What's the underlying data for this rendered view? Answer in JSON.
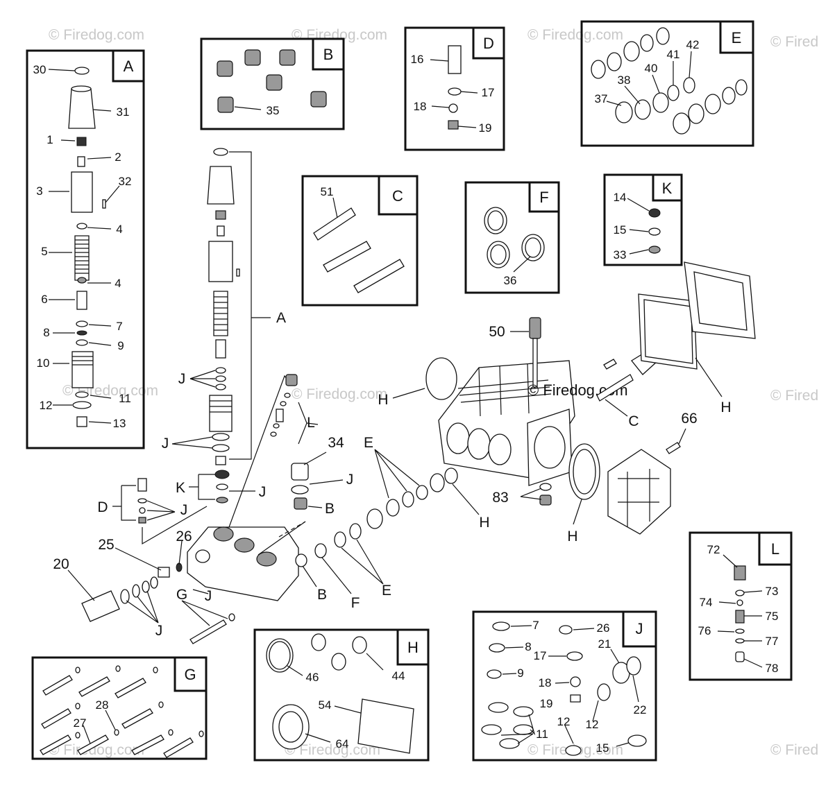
{
  "watermark": "© Firedog.com",
  "brand_label": "© Firedog.com",
  "kits": {
    "A": {
      "tag": "A",
      "labels": [
        "30",
        "31",
        "1",
        "2",
        "3",
        "32",
        "4",
        "5",
        "4",
        "6",
        "7",
        "8",
        "9",
        "10",
        "11",
        "12",
        "13"
      ]
    },
    "B": {
      "tag": "B",
      "labels": [
        "35"
      ]
    },
    "C": {
      "tag": "C",
      "labels": [
        "51"
      ]
    },
    "D": {
      "tag": "D",
      "labels": [
        "16",
        "17",
        "18",
        "19"
      ]
    },
    "E": {
      "tag": "E",
      "labels": [
        "42",
        "41",
        "40",
        "38",
        "37"
      ]
    },
    "F": {
      "tag": "F",
      "labels": [
        "36"
      ]
    },
    "K": {
      "tag": "K",
      "labels": [
        "14",
        "15",
        "33"
      ]
    },
    "L": {
      "tag": "L",
      "labels": [
        "72",
        "73",
        "74",
        "75",
        "76",
        "77",
        "78"
      ]
    },
    "G": {
      "tag": "G",
      "labels": [
        "28",
        "27"
      ]
    },
    "H": {
      "tag": "H",
      "labels": [
        "46",
        "44",
        "54",
        "64"
      ]
    },
    "J": {
      "tag": "J",
      "labels": [
        "7",
        "26",
        "8",
        "17",
        "21",
        "9",
        "18",
        "19",
        "22",
        "11",
        "12",
        "12",
        "15"
      ]
    }
  },
  "assembly_labels": [
    "A",
    "J",
    "J",
    "K",
    "J",
    "D",
    "J",
    "25",
    "26",
    "20",
    "J",
    "G",
    "J",
    "J",
    "34",
    "J",
    "B",
    "E",
    "B",
    "F",
    "E",
    "H",
    "L",
    "50",
    "H",
    "C",
    "H",
    "66",
    "83",
    "H"
  ]
}
